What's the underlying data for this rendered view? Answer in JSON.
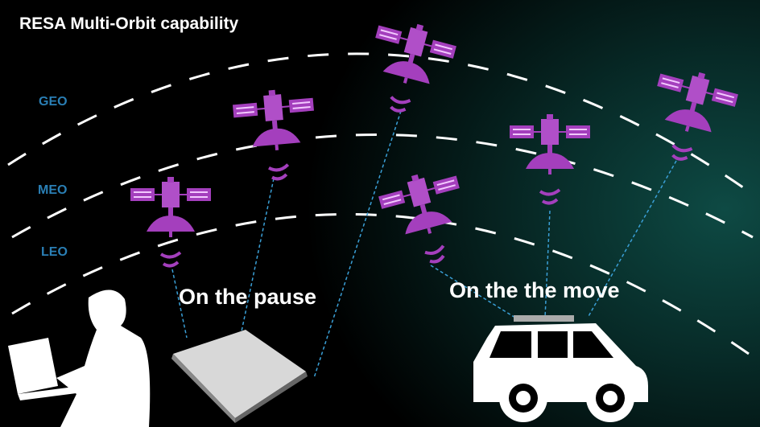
{
  "title": "RESA Multi-Orbit capability",
  "orbits": {
    "geo": "GEO",
    "meo": "MEO",
    "leo": "LEO"
  },
  "captions": {
    "pause": "On the pause",
    "move": "On the the move"
  },
  "colors": {
    "satellite": "#a43fbd",
    "link": "#3a9fd6",
    "orbit": "#ffffff"
  }
}
